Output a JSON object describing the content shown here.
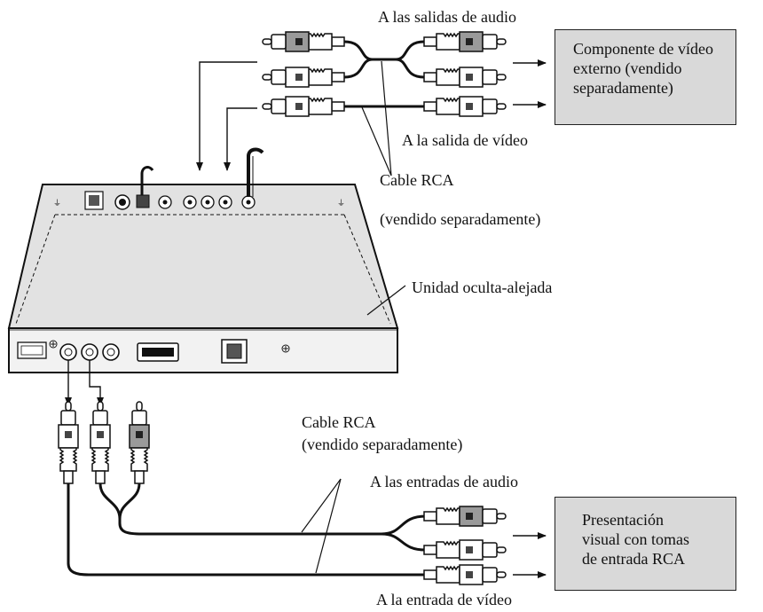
{
  "labels": {
    "audio_outputs": "A las salidas de audio",
    "video_output": "A la salida de vídeo",
    "rca_cable_top_1": "Cable RCA",
    "rca_cable_top_2": "(vendido separadamente)",
    "hideaway_unit": "Unidad oculta-alejada",
    "rca_cable_bottom_1": "Cable RCA",
    "rca_cable_bottom_2": "(vendido separadamente)",
    "audio_inputs": "A las entradas de audio",
    "video_input": "A la entrada de vídeo"
  },
  "external_component": {
    "line1": "Componente de vídeo",
    "line2": "externo (vendido",
    "line3": "separadamente)"
  },
  "display": {
    "line1": "Presentación",
    "line2": "visual con tomas",
    "line3": "de entrada RCA"
  },
  "colors": {
    "box_fill": "#d9d9d9",
    "unit_fill": "#dedede",
    "line": "#111111"
  }
}
